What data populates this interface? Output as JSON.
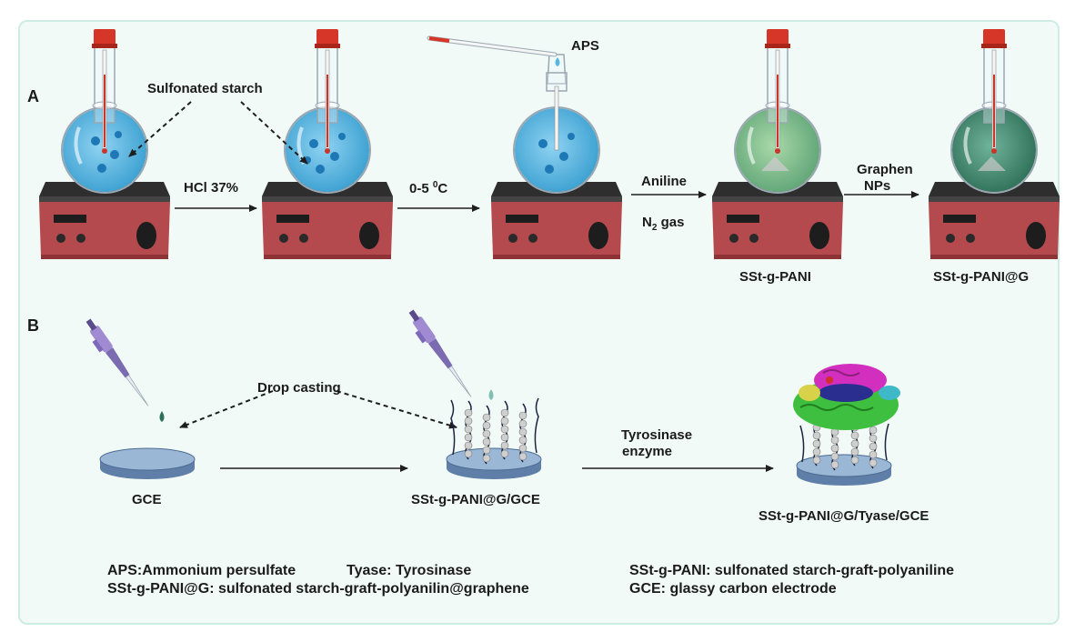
{
  "sections": {
    "a": "A",
    "b": "B"
  },
  "panel_a": {
    "callout": "Sulfonated starch",
    "reagent_top": "APS",
    "arrow1": "HCl 37%",
    "arrow2_value": "0-5",
    "arrow2_sup": "0",
    "arrow2_unit": "C",
    "arrow3_top": "Aniline",
    "arrow3_bottom_main": "N",
    "arrow3_bottom_sub": "2",
    "arrow3_bottom_rest": " gas",
    "arrow4_line1": "Graphen",
    "arrow4_line2": "NPs",
    "product1": "SSt-g-PANI",
    "product2": "SSt-g-PANI@G"
  },
  "panel_b": {
    "callout": "Drop casting",
    "electrode1": "GCE",
    "electrode2": "SSt-g-PANI@G/GCE",
    "enzyme_line1": "Tyrosinase",
    "enzyme_line2": "enzyme",
    "electrode3": "SSt-g-PANI@G/Tyase/GCE"
  },
  "legend": {
    "aps": "APS:Ammonium persulfate",
    "tyase": "Tyase: Tyrosinase",
    "sstpani": "SSt-g-PANI: sulfonated starch-graft-polyaniline",
    "sstpanig": "SSt-g-PANI@G:  sulfonated starch-graft-polyanilin@graphene",
    "gce": "GCE: glassy carbon electrode"
  },
  "colors": {
    "panel_bg": "#f1faf7",
    "panel_border": "#cdece4",
    "stirrer_body": "#b44a4e",
    "stirrer_top": "#2e2e2e",
    "flask_cap": "#d53627",
    "liquid_blue": "#56b7e3",
    "liquid_green_light": "#7fc08a",
    "liquid_green_dark": "#3f8a6f",
    "electrode_top": "#9bb7d6",
    "electrode_side": "#5f7fa8"
  }
}
